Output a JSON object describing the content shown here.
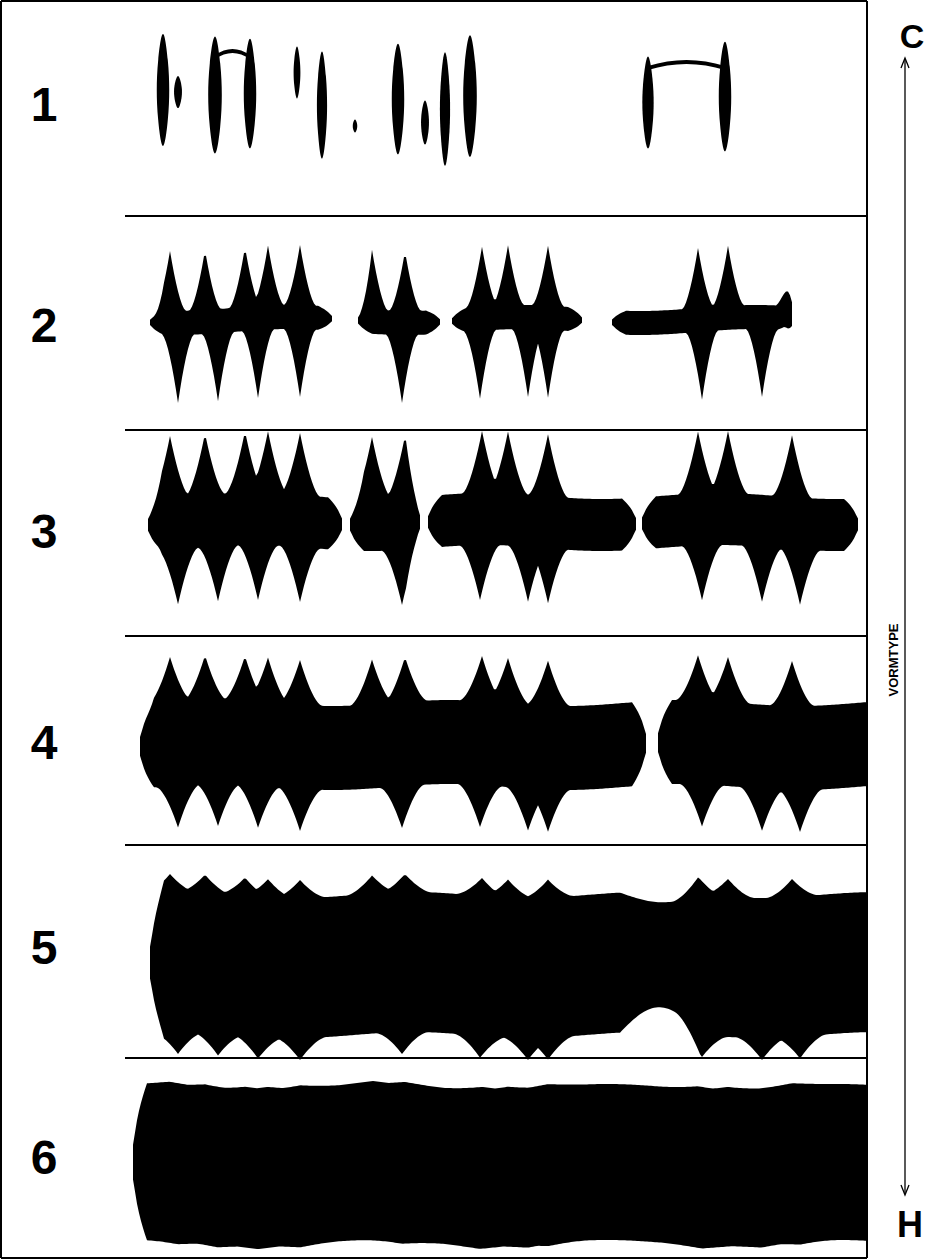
{
  "diagram": {
    "labels": [
      "1",
      "2",
      "3",
      "4",
      "5",
      "6",
      "C",
      "VORMTYPE",
      "H"
    ]
  }
}
